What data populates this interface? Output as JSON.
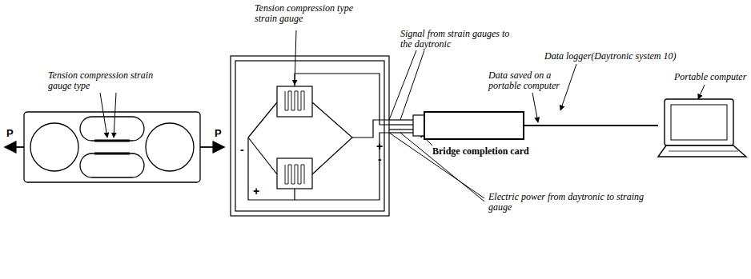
{
  "diagram": {
    "labels": [
      "Tension compression type strain gauge",
      "Signal from strain gauges to the daytronic",
      "Data logger(Daytronic system 10)",
      "Data saved on a portable computer",
      "Portable computer",
      "Tension compression strain gauge type",
      "P",
      "P",
      "-",
      "+",
      "+",
      "-",
      "Bridge completion card",
      "Electric power from daytronic to straing gauge"
    ]
  }
}
